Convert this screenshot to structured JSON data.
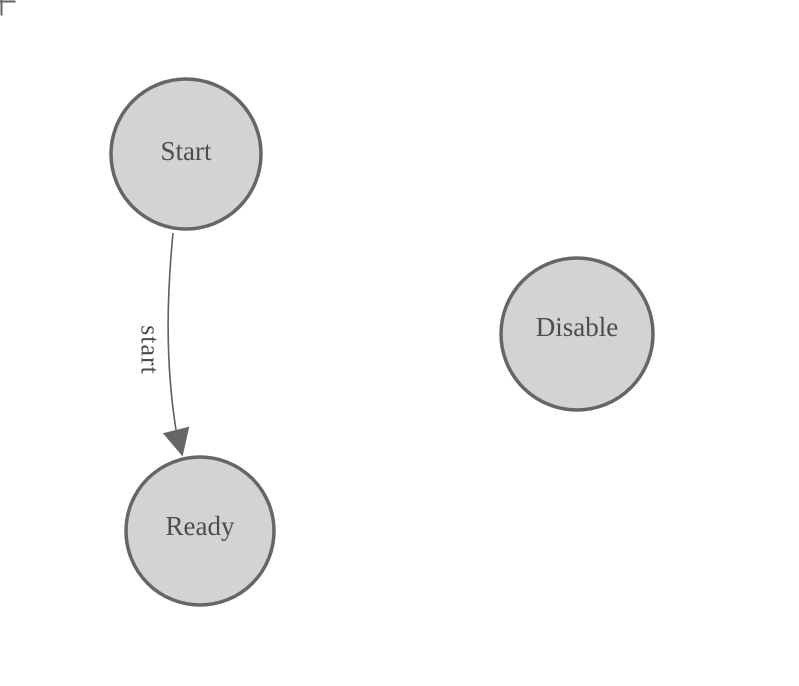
{
  "diagram": {
    "background_color": "#ffffff",
    "node_fill_color": "#d3d3d3",
    "node_stroke_color": "#666666",
    "label_color": "#4d4d4d",
    "edge_color": "#5f5f5f",
    "arrow_color": "#666666",
    "corner_mark_color": "#666666",
    "nodes": [
      {
        "label": "Start"
      },
      {
        "label": "Ready"
      },
      {
        "label": "Disable"
      }
    ],
    "edges": [
      {
        "label": "start",
        "from": "Start",
        "to": "Ready"
      }
    ]
  }
}
